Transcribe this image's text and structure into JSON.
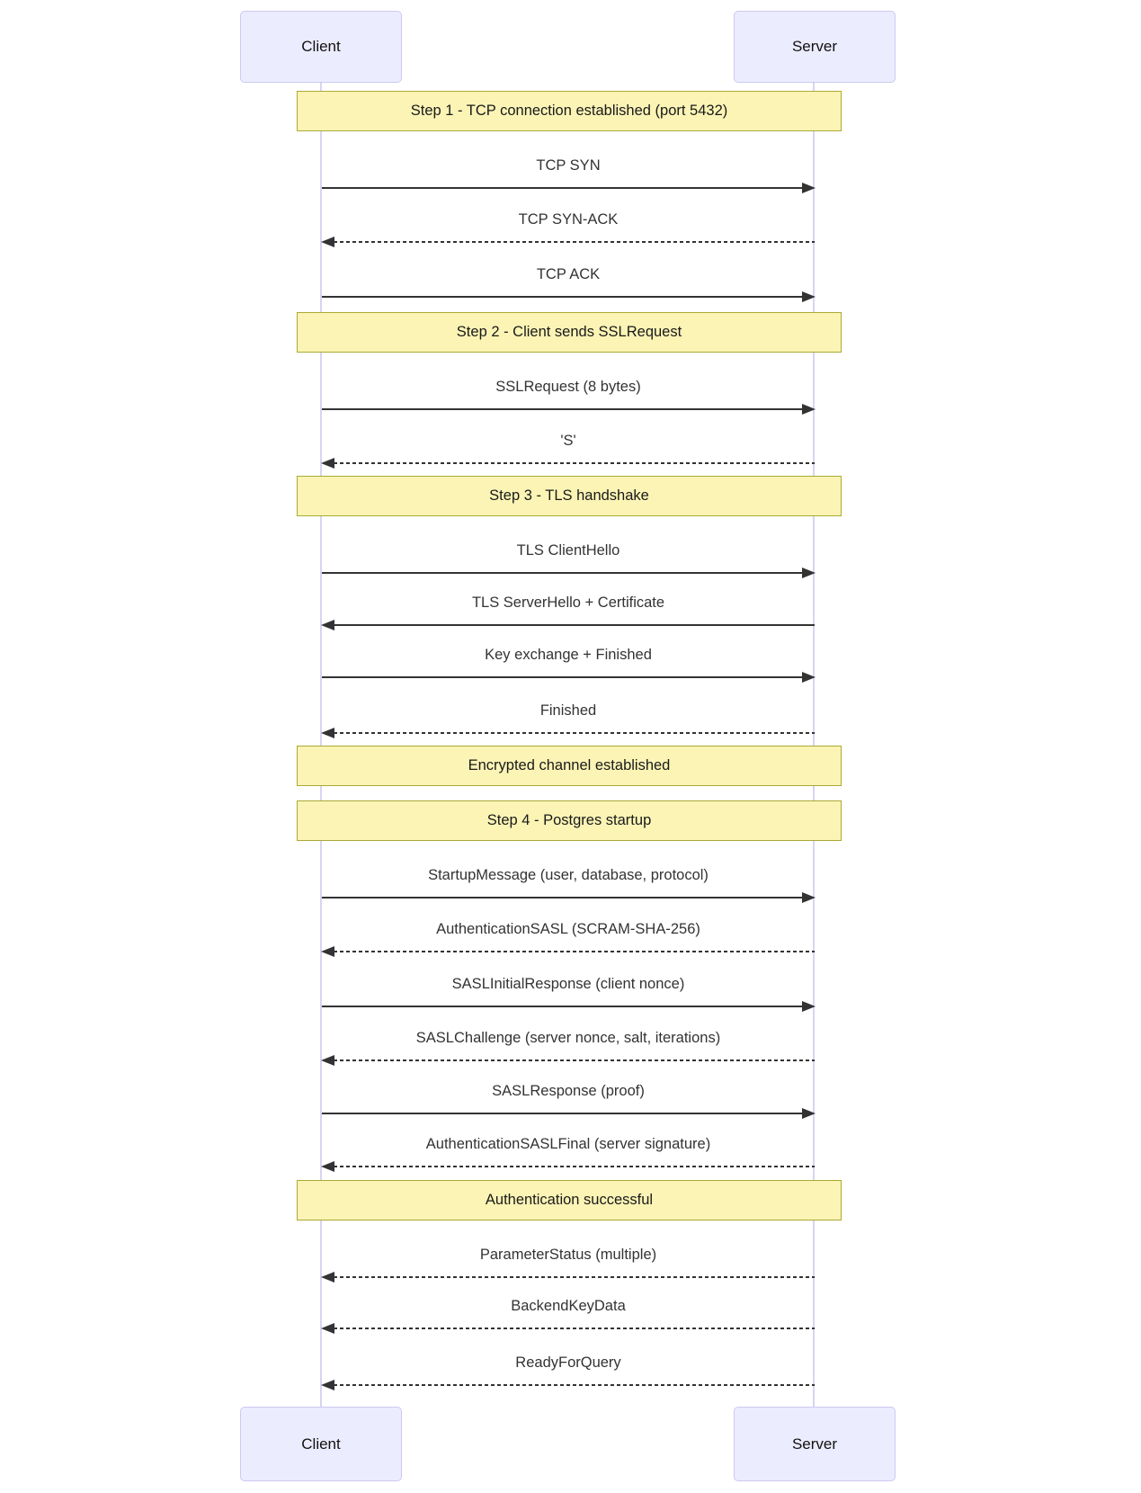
{
  "colors": {
    "actor-fill": "#ECECFF",
    "actor-border": "#CDC9F0",
    "lifeline": "#D8D4F0",
    "note-fill": "#FBF4B5",
    "note-border": "#AAAA33",
    "arrow": "#333333"
  },
  "actors": {
    "client": "Client",
    "server": "Server"
  },
  "banners": [
    {
      "label": "Step 1 - TCP connection established (port 5432)"
    },
    {
      "label": "Step 2 - Client sends SSLRequest"
    },
    {
      "label": "Step 3 - TLS handshake"
    },
    {
      "label": "Encrypted channel established"
    },
    {
      "label": "Step 4 - Postgres startup"
    },
    {
      "label": "Authentication successful"
    }
  ],
  "messages": [
    {
      "label": "TCP SYN",
      "from": "client",
      "to": "server",
      "line": "solid",
      "style": "right solid"
    },
    {
      "label": "TCP SYN-ACK",
      "from": "server",
      "to": "client",
      "line": "dashed",
      "style": "left dashed"
    },
    {
      "label": "TCP ACK",
      "from": "client",
      "to": "server",
      "line": "solid",
      "style": "right solid"
    },
    {
      "label": "SSLRequest (8 bytes)",
      "from": "client",
      "to": "server",
      "line": "solid",
      "style": "right solid"
    },
    {
      "label": "'S'",
      "from": "server",
      "to": "client",
      "line": "dashed",
      "style": "left dashed"
    },
    {
      "label": "TLS ClientHello",
      "from": "client",
      "to": "server",
      "line": "solid",
      "style": "right solid"
    },
    {
      "label": "TLS ServerHello + Certificate",
      "from": "server",
      "to": "client",
      "line": "solid",
      "style": "left solid"
    },
    {
      "label": "Key exchange + Finished",
      "from": "client",
      "to": "server",
      "line": "solid",
      "style": "right solid"
    },
    {
      "label": "Finished",
      "from": "server",
      "to": "client",
      "line": "dashed",
      "style": "left dashed"
    },
    {
      "label": "StartupMessage (user, database, protocol)",
      "from": "client",
      "to": "server",
      "line": "solid",
      "style": "right solid"
    },
    {
      "label": "AuthenticationSASL (SCRAM-SHA-256)",
      "from": "server",
      "to": "client",
      "line": "dashed",
      "style": "left dashed"
    },
    {
      "label": "SASLInitialResponse (client nonce)",
      "from": "client",
      "to": "server",
      "line": "solid",
      "style": "right solid"
    },
    {
      "label": "SASLChallenge (server nonce, salt, iterations)",
      "from": "server",
      "to": "client",
      "line": "dashed",
      "style": "left dashed"
    },
    {
      "label": "SASLResponse (proof)",
      "from": "client",
      "to": "server",
      "line": "solid",
      "style": "right solid"
    },
    {
      "label": "AuthenticationSASLFinal (server signature)",
      "from": "server",
      "to": "client",
      "line": "dashed",
      "style": "left dashed"
    },
    {
      "label": "ParameterStatus (multiple)",
      "from": "server",
      "to": "client",
      "line": "dashed",
      "style": "left dashed"
    },
    {
      "label": "BackendKeyData",
      "from": "server",
      "to": "client",
      "line": "dashed",
      "style": "left dashed"
    },
    {
      "label": "ReadyForQuery",
      "from": "server",
      "to": "client",
      "line": "dashed",
      "style": "left dashed"
    }
  ]
}
